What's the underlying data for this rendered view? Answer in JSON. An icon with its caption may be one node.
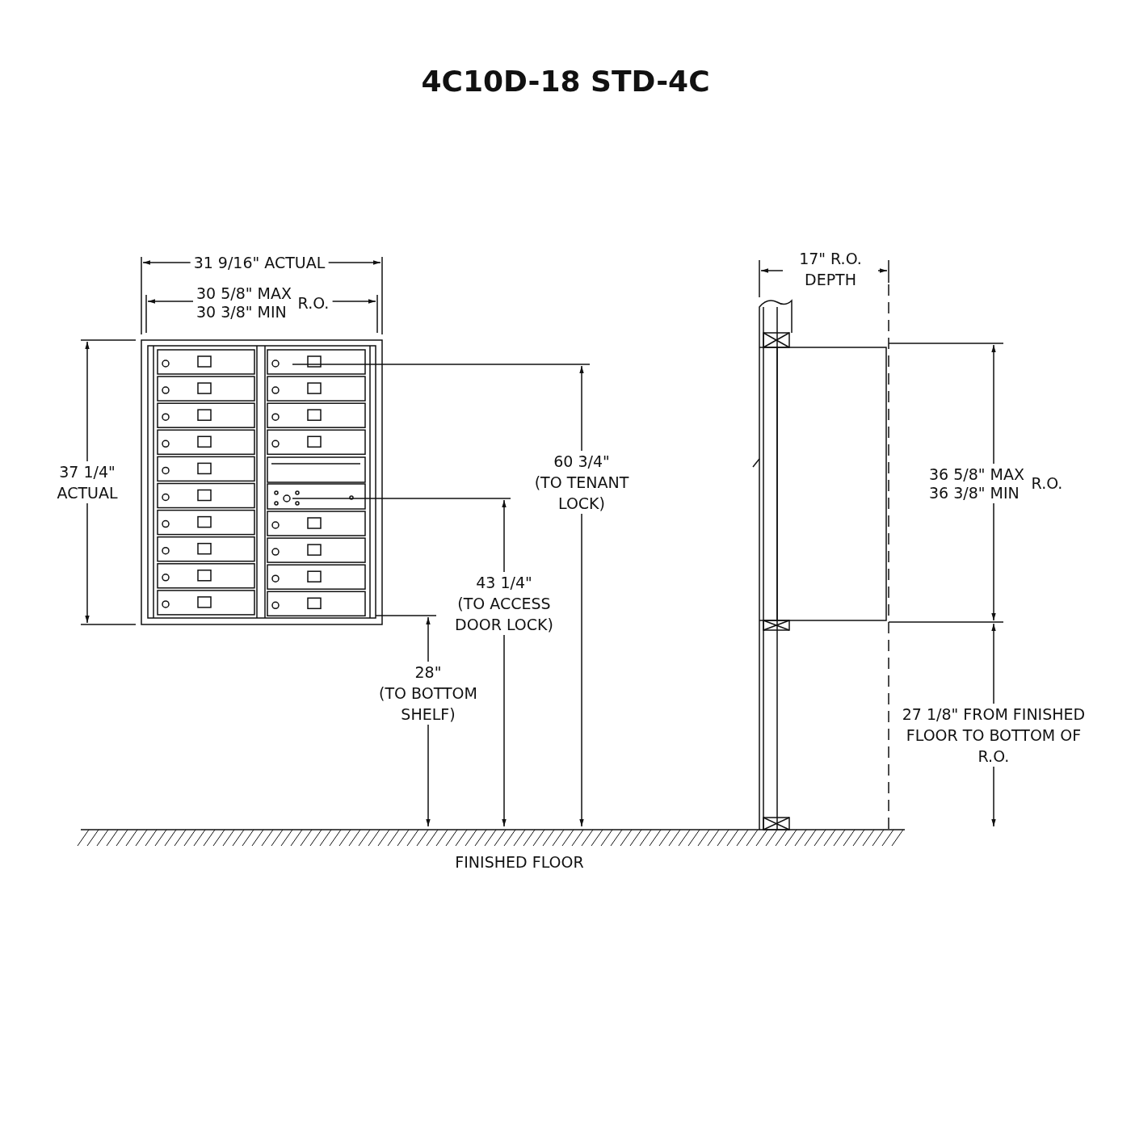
{
  "diagram": {
    "title": "4C10D-18 STD-4C",
    "labels": [
      "31 9/16\" ACTUAL",
      "17\" R.O. DEPTH",
      "30 5/8\" MAX",
      "30 3/8\" MIN",
      "R.O.",
      "37 1/4\" ACTUAL",
      "60 3/4\" (TO TENANT LOCK)",
      "36 5/8\" MAX",
      "36 3/8\" MIN",
      "R.O.",
      "43 1/4\" (TO ACCESS DOOR LOCK)",
      "28\" (TO BOTTOM SHELF)",
      "27 1/8\" FROM FINISHED FLOOR TO BOTTOM OF R.O.",
      "FINISHED FLOOR"
    ]
  }
}
